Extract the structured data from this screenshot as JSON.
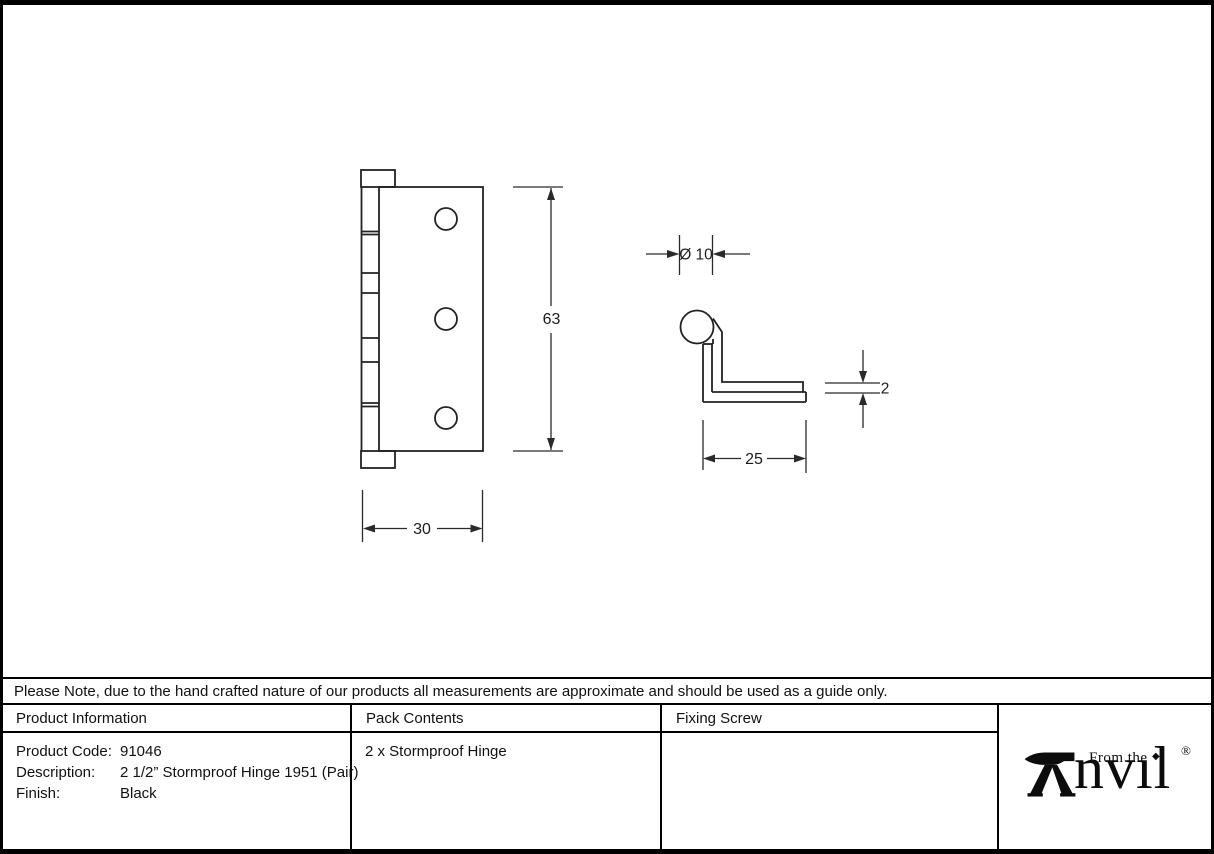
{
  "note": "Please Note, due to the hand crafted nature of our products all measurements are approximate and should be used as a guide only.",
  "table": {
    "headers": {
      "product_information": "Product Information",
      "pack_contents": "Pack Contents",
      "fixing_screw": "Fixing Screw"
    },
    "product_info_rows": [
      {
        "label": "Product Code:",
        "value": "91046"
      },
      {
        "label": "Description:",
        "value": "2 1/2” Stormproof Hinge 1951 (Pair)"
      },
      {
        "label": "Finish:",
        "value": "Black"
      }
    ],
    "pack_contents_value": "2 x Stormproof Hinge",
    "fixing_screw_value": ""
  },
  "drawing": {
    "front_view": {
      "height": "63",
      "width": "30"
    },
    "side_view": {
      "diameter": "Ø 10",
      "depth": "25",
      "thickness": "2"
    }
  },
  "logo": {
    "brand": "Anvil",
    "from_the": "From the",
    "wordmark_tail": "nvıl",
    "i_dot": "◆",
    "registered": "®"
  },
  "colors": {
    "line": "#222222",
    "table_line": "#000000",
    "background": "#ffffff"
  }
}
